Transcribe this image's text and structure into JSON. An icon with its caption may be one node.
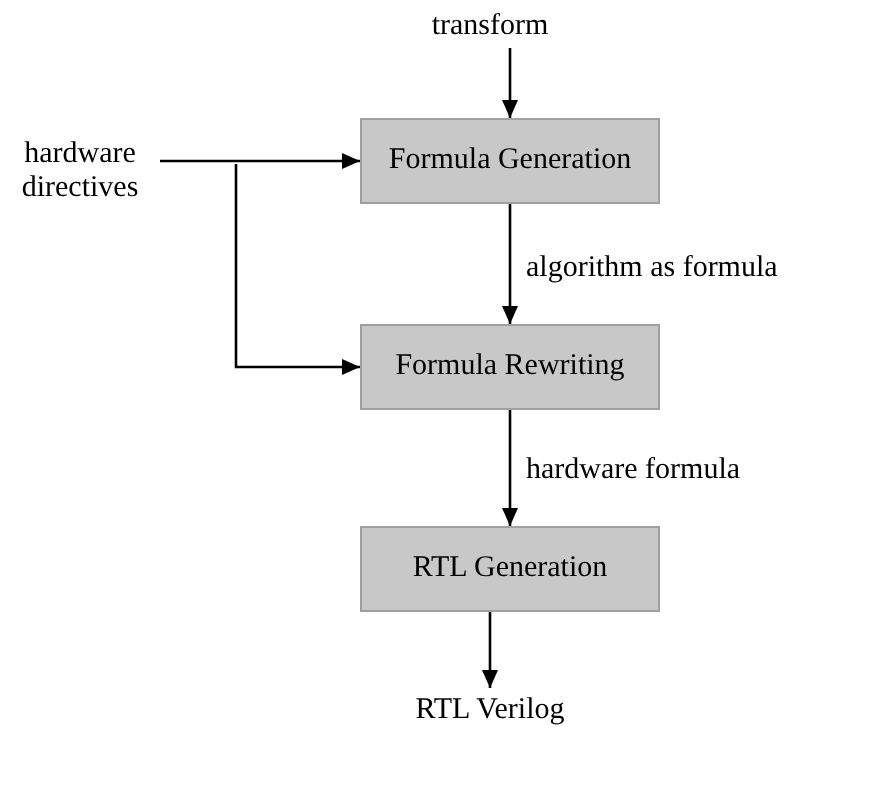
{
  "diagram": {
    "nodes": [
      {
        "text": [
          "transform"
        ]
      },
      {
        "text": [
          "hardware directives"
        ]
      },
      {
        "text": [
          "Formula Generation"
        ]
      },
      {
        "text": [
          "Formula Rewriting"
        ]
      },
      {
        "text": [
          "RTL Generation"
        ]
      },
      {
        "text": [
          "RTL Verilog"
        ]
      }
    ],
    "edges": [
      {
        "from": 0,
        "to": 2,
        "arrow": "to"
      },
      {
        "from": 1,
        "to": 2,
        "arrow": "to"
      },
      {
        "from": 1,
        "to": 3,
        "arrow": "to"
      },
      {
        "from": 2,
        "to": 3,
        "arrow": "to",
        "label": "algorithm as formula"
      },
      {
        "from": 3,
        "to": 4,
        "arrow": "to",
        "label": "hardware formula"
      },
      {
        "from": 4,
        "to": 5,
        "arrow": "to"
      }
    ]
  }
}
